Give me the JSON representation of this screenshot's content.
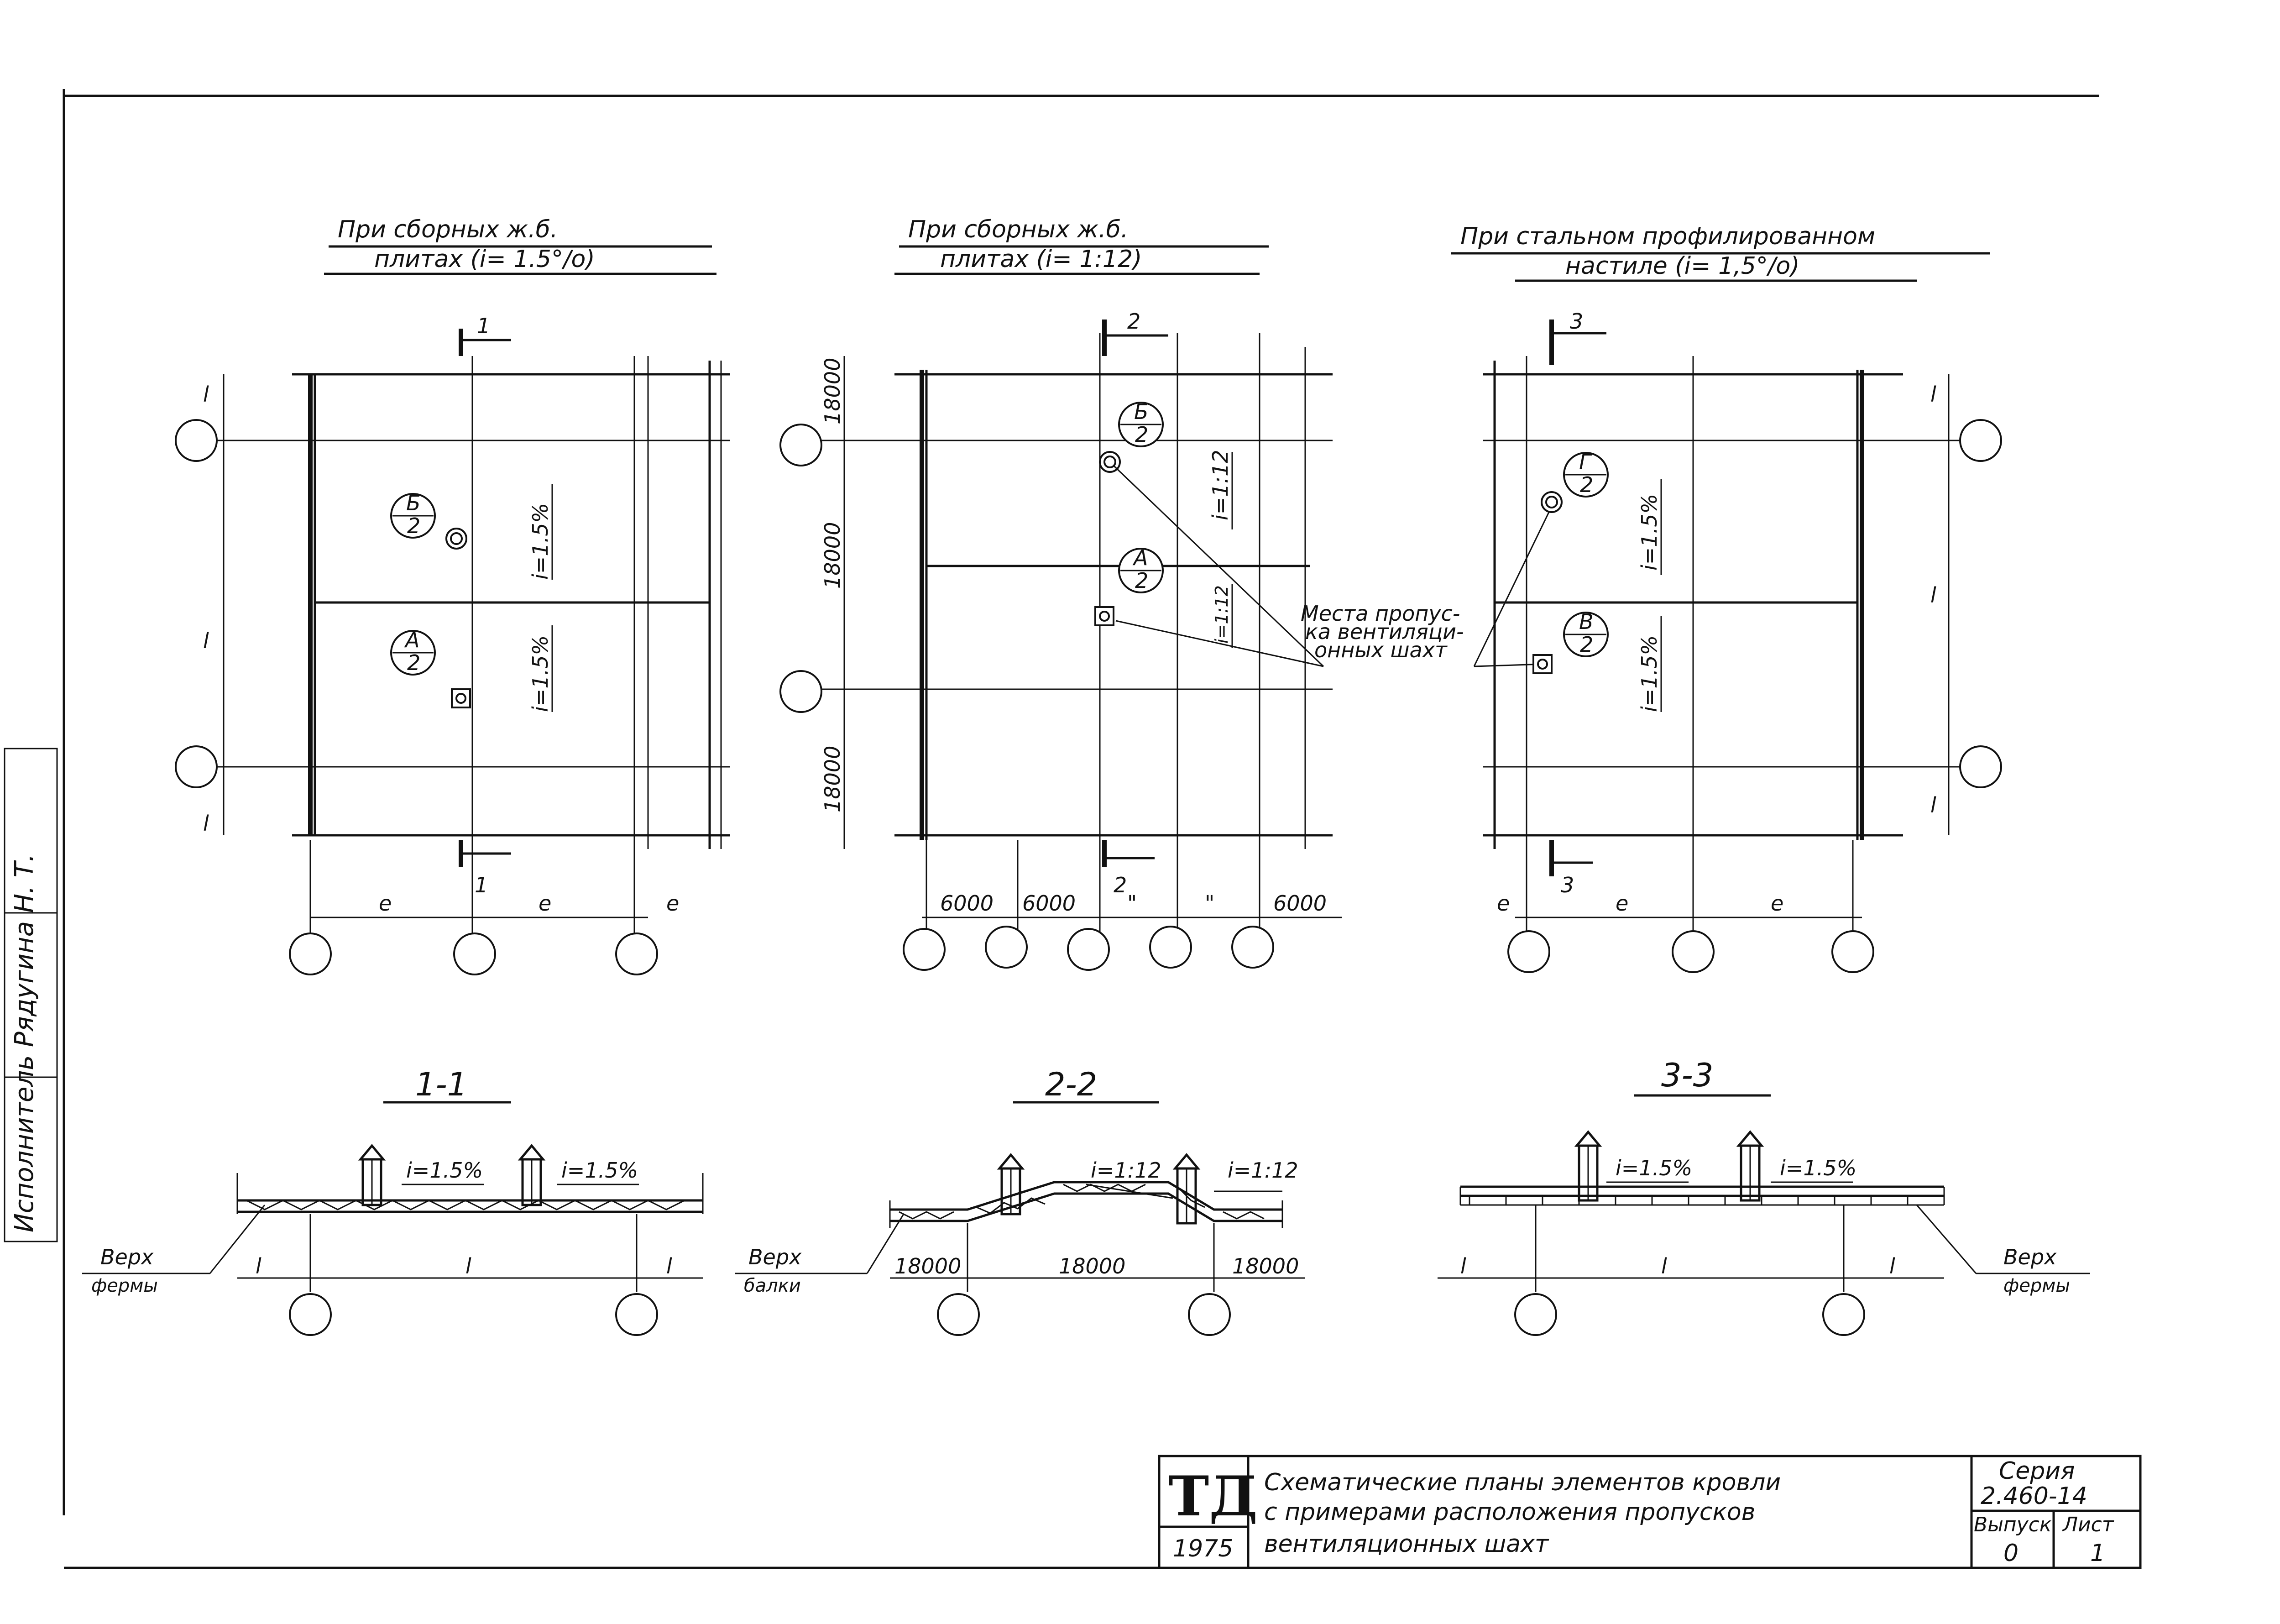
{
  "plans": [
    {
      "id": "plan1",
      "title_line1": "При сборных ж.б.",
      "title_line2": "плитах (i= 1.5°/о)",
      "cut_label": "1",
      "span_label": "l",
      "slope_upper": "i=1.5%",
      "slope_lower": "i=1.5%",
      "shaft_upper": {
        "top": "Б",
        "bottom": "2"
      },
      "shaft_lower": {
        "top": "А",
        "bottom": "2"
      },
      "bottom_dims": [
        "e",
        "e",
        "e"
      ]
    },
    {
      "id": "plan2",
      "title_line1": "При сборных ж.б.",
      "title_line2": "плитах (i= 1:12)",
      "cut_label": "2",
      "left_dims": [
        "18000",
        "18000",
        "18000"
      ],
      "slope_upper": "i=1:12",
      "slope_lower": "i=1:12",
      "shaft_upper": {
        "top": "Б",
        "bottom": "2"
      },
      "shaft_lower": {
        "top": "А",
        "bottom": "2"
      },
      "bottom_dims": [
        "6000",
        "6000",
        "\"",
        "\"",
        "6000"
      ]
    },
    {
      "id": "plan3",
      "title_line1": "При стальном профилированном",
      "title_line2": "настиле (i= 1,5°/о)",
      "cut_label": "3",
      "span_label": "l",
      "slope_upper": "i=1.5%",
      "slope_lower": "i=1.5%",
      "shaft_upper": {
        "top": "Г",
        "bottom": "2"
      },
      "shaft_lower": {
        "top": "В",
        "bottom": "2"
      },
      "bottom_dims": [
        "e",
        "e",
        "e"
      ]
    }
  ],
  "callout": {
    "line1": "Места пропус-",
    "line2": "ка вентиляци-",
    "line3": "онных шахт"
  },
  "sections": [
    {
      "id": "sec1",
      "title": "1-1",
      "slope_left": "i=1.5%",
      "slope_right": "i=1.5%",
      "note_line1": "Верх",
      "note_line2": "фермы",
      "dims": [
        "l",
        "l",
        "l"
      ]
    },
    {
      "id": "sec2",
      "title": "2-2",
      "slope_left": "i=1:12",
      "slope_right": "i=1:12",
      "note_line1": "Верх",
      "note_line2": "балки",
      "dims": [
        "18000",
        "18000",
        "18000"
      ]
    },
    {
      "id": "sec3",
      "title": "3-3",
      "slope_left": "i=1.5%",
      "slope_right": "i=1.5%",
      "note_line1": "Верх",
      "note_line2": "фермы",
      "dims": [
        "l",
        "l",
        "l"
      ]
    }
  ],
  "side_stamp": "Исполнитель Рядугина Н. Т.",
  "title_block": {
    "logo": "ТД",
    "year": "1975",
    "title_line1": "Схематические планы элементов кровли",
    "title_line2": "с примерами расположения пропусков",
    "title_line3": "вентиляционных шахт",
    "series_label": "Серия",
    "series_value": "2.460-14",
    "issue_label": "Выпуск",
    "issue_value": "0",
    "sheet_label": "Лист",
    "sheet_value": "1"
  }
}
